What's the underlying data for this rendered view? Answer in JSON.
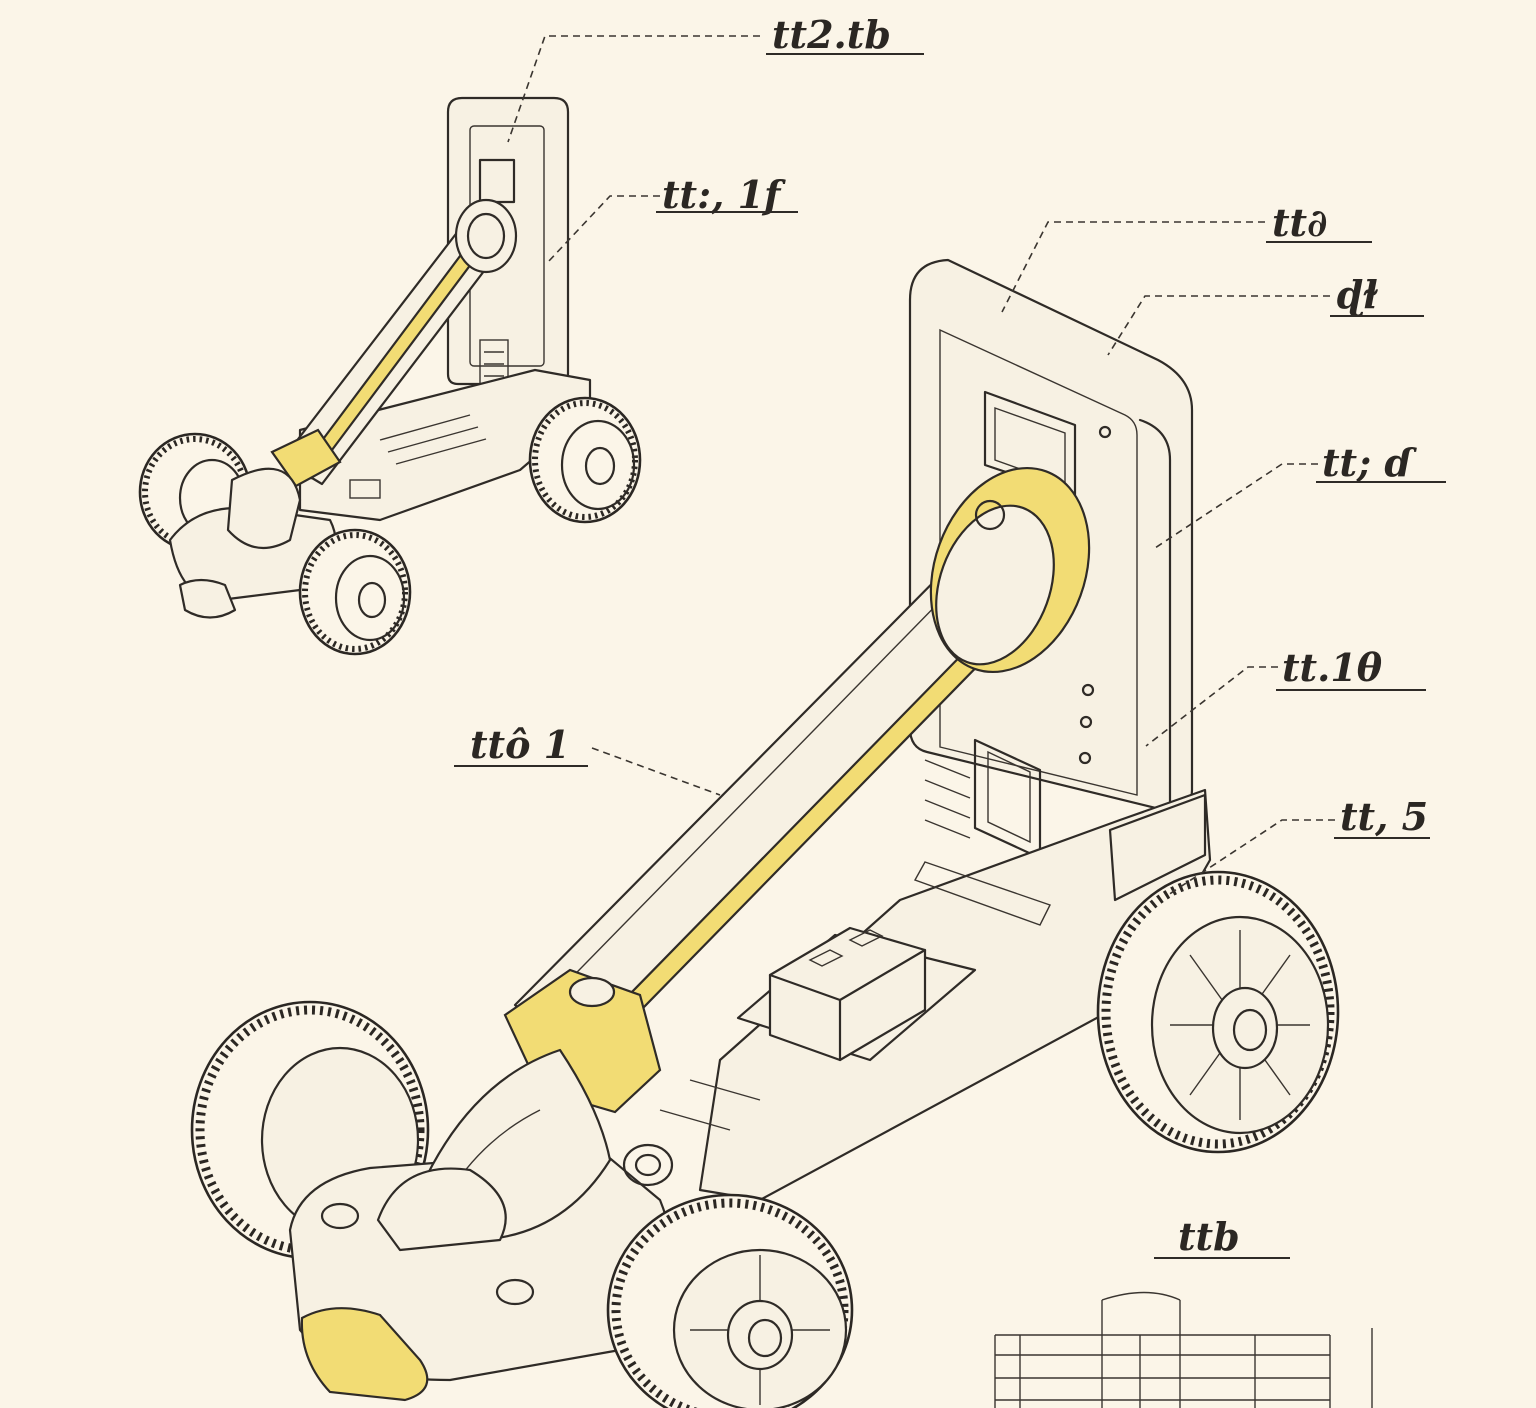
{
  "callouts": {
    "top_small": "tt2.tb",
    "small_stand": "tt:, 1f",
    "large_head": "tt∂",
    "large_panel": "ɖɫ",
    "large_edge": "tt; ɗ",
    "large_side": "tt.1θ",
    "large_base": "tt, 5",
    "boom": "ttô 1",
    "detail": "ttb"
  },
  "colors": {
    "paper": "#fbf5e8",
    "ink": "#2f2b27",
    "highlight": "#f2dc74"
  }
}
